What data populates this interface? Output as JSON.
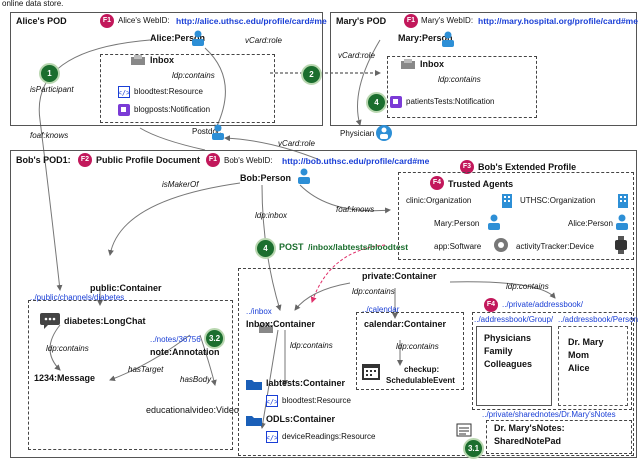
{
  "caption_fragment": "online data store.",
  "alice_pod": {
    "title": "Alice's POD",
    "badge": "F1",
    "webid_label": "Alice's WebID:",
    "webid_url": "http://alice.uthsc.edu/profile/card#me",
    "person": "Alice:Person",
    "inbox": "Inbox",
    "ldp_contains": "ldp:contains",
    "resource1": "bloodtest:Resource",
    "resource2": "blogposts:Notification",
    "is_participant": "isParticipant",
    "vcard_role": "vCard:role",
    "step": "1"
  },
  "mary_pod": {
    "title": "Mary's POD",
    "badge": "F1",
    "webid_label": "Mary's WebID:",
    "webid_url": "http://mary.hospital.org/profile/card#me",
    "person": "Mary:Person",
    "inbox": "Inbox",
    "ldp_contains": "ldp:contains",
    "resource": "patientsTests:Notification",
    "vcard_role": "vCard:role",
    "step": "4"
  },
  "middle": {
    "step2": "2",
    "foaf_knows": "foaf:knows",
    "postdoc": "Postdoc",
    "vcard_role": "vCard:role",
    "physician": "Physician"
  },
  "bob_pod": {
    "title": "Bob's POD1:",
    "badge2": "F2",
    "profile_doc": "Public Profile Document",
    "badge1": "F1",
    "webid_label": "Bob's WebID:",
    "webid_url": "http://bob.uthsc.edu/profile/card#me",
    "badge3": "F3",
    "extended_profile": "Bob's Extended Profile",
    "person": "Bob:Person",
    "is_maker_of": "isMakerOf",
    "ldp_inbox": "ldp:inbox",
    "foaf_knows": "foaf:knows",
    "post_step": "4",
    "post_label": "POST",
    "post_path": "/inbox/labtests/bloodtest",
    "trusted": {
      "badge": "F4",
      "title": "Trusted Agents",
      "agents": [
        "clinic:Organization",
        "UTHSC:Organization",
        "Mary:Person",
        "Alice:Person",
        "app:Software",
        "activityTracker:Device"
      ]
    },
    "public": {
      "container": "public:Container",
      "path": "../public/channels/diabetes",
      "longchat": "diabetes:LongChat",
      "notes_path": "../notes/36756",
      "annotation": "note:Annotation",
      "step": "3.2",
      "ldp_contains": "ldp:contains",
      "has_target": "hasTarget",
      "has_body": "hasBody",
      "message": "1234:Message",
      "video": "educationalvideo:Video"
    },
    "private": {
      "container": "private:Container",
      "ldp_contains1": "ldp:contains",
      "ldp_contains2": "ldp:contains",
      "ldp_contains3": "ldp:contains",
      "ldp_contains4": "ldp:contains",
      "inbox_path": "../inbox",
      "inbox": "Inbox:Container",
      "labtests": "labtests:Container",
      "bloodtest": "bloodtest:Resource",
      "odls": "ODLs:Container",
      "device_readings": "deviceReadings:Resource",
      "calendar_path": "../calendar",
      "calendar": "calendar:Container",
      "checkup_line1": "checkup:",
      "checkup_line2": "SchedulableEvent",
      "addressbook_badge": "F4",
      "addressbook_path": "../private/addressbook/",
      "group_path": "../addressbook/Group/",
      "person_path": "../addressbook/Person",
      "group_lines": [
        "Physicians",
        "Family",
        "Colleagues"
      ],
      "person_lines": [
        "Dr. Mary",
        "Mom",
        "Alice"
      ],
      "sharednotes_path": "../private/sharednotes/Dr.Mary'sNotes",
      "notes_line1": "Dr. Mary'sNotes:",
      "notes_line2": "SharedNotePad",
      "notes_step": "3.1"
    }
  },
  "colors": {
    "badge": "#c2185b",
    "step": "#1b6e2e",
    "link": "#1a3fd6",
    "person": "#2d8fd6"
  }
}
